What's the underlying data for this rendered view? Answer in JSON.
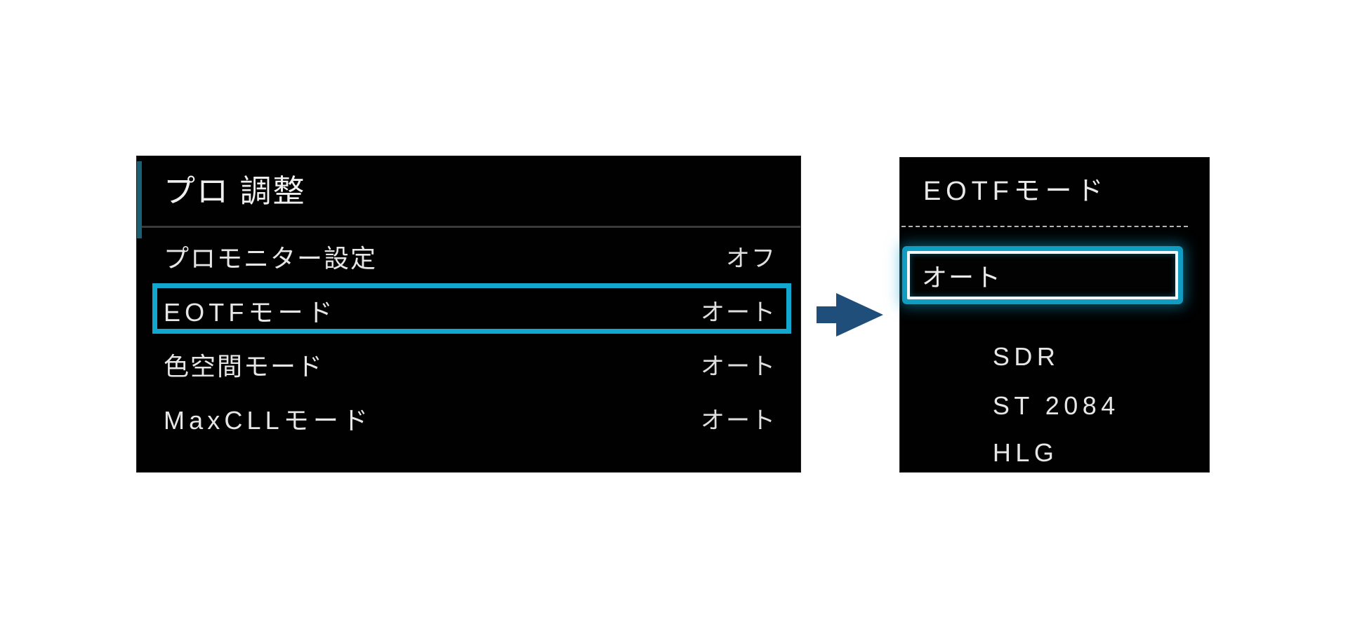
{
  "page": {
    "background_color": "#ffffff"
  },
  "left_panel": {
    "title": "プロ 調整",
    "items": [
      {
        "label": "プロモニター設定",
        "value": "オフ",
        "selected": false
      },
      {
        "label": "EOTFモード",
        "value": "オート",
        "selected": true
      },
      {
        "label": "色空間モード",
        "value": "オート",
        "selected": false
      },
      {
        "label": "MaxCLLモード",
        "value": "オート",
        "selected": false
      }
    ]
  },
  "arrow": {
    "icon": "right-block-arrow",
    "color": "#1f4e7a"
  },
  "right_panel": {
    "title": "EOTFモード",
    "options": [
      {
        "label": "オート",
        "selected": true
      },
      {
        "label": "SDR",
        "selected": false
      },
      {
        "label": "ST 2084",
        "selected": false
      },
      {
        "label": "HLG",
        "selected": false
      }
    ]
  },
  "colors": {
    "panel_background": "#010101",
    "text": "#e8e8e8",
    "highlight_cyan": "#11a7cf",
    "selected_border_white": "#f4f8fa",
    "title_accent_teal": "#1a6075",
    "left_divider_gray": "#3a3a3a",
    "right_divider_dashed_gray": "#b4b4b4",
    "arrow_navy": "#1f4e7a"
  }
}
